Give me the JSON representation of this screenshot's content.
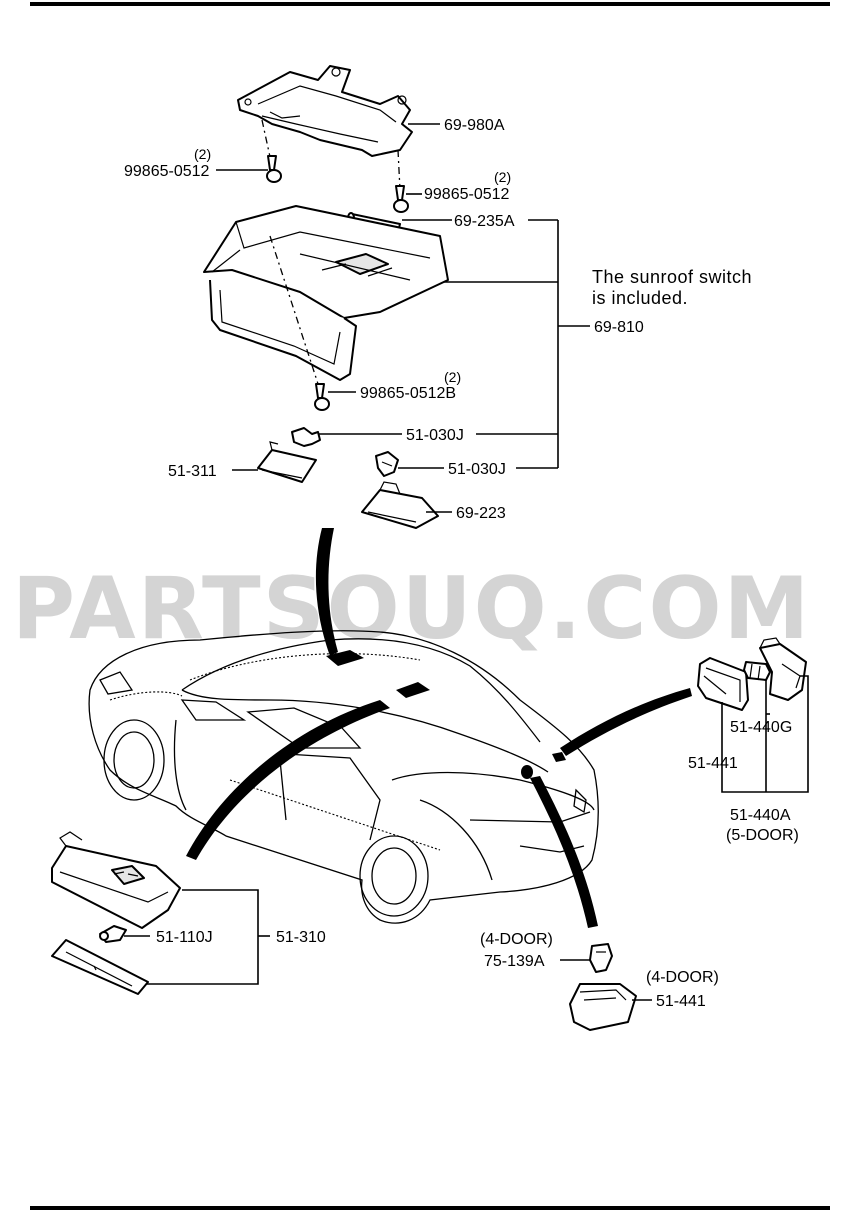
{
  "watermark": "PARTSOUQ.COM",
  "note": {
    "line1": "The sunroof switch",
    "line2": "is included."
  },
  "parts": {
    "p69_980A": "69-980A",
    "p99865_0512_left": "99865-0512",
    "p99865_0512_left_qty": "(2)",
    "p99865_0512_right": "99865-0512",
    "p99865_0512_right_qty": "(2)",
    "p69_235A": "69-235A",
    "p69_810": "69-810",
    "p99865_0512B": "99865-0512B",
    "p99865_0512B_qty": "(2)",
    "p51_030J_a": "51-030J",
    "p51_030J_b": "51-030J",
    "p51_311": "51-311",
    "p69_223": "69-223",
    "p51_440G": "51-440G",
    "p51_441_right": "51-441",
    "p51_440A": "51-440A",
    "p51_440A_note": "(5-DOOR)",
    "p51_110J": "51-110J",
    "p51_310": "51-310",
    "p75_139A_note": "(4-DOOR)",
    "p75_139A": "75-139A",
    "p51_441_bottom_note": "(4-DOOR)",
    "p51_441_bottom": "51-441"
  }
}
